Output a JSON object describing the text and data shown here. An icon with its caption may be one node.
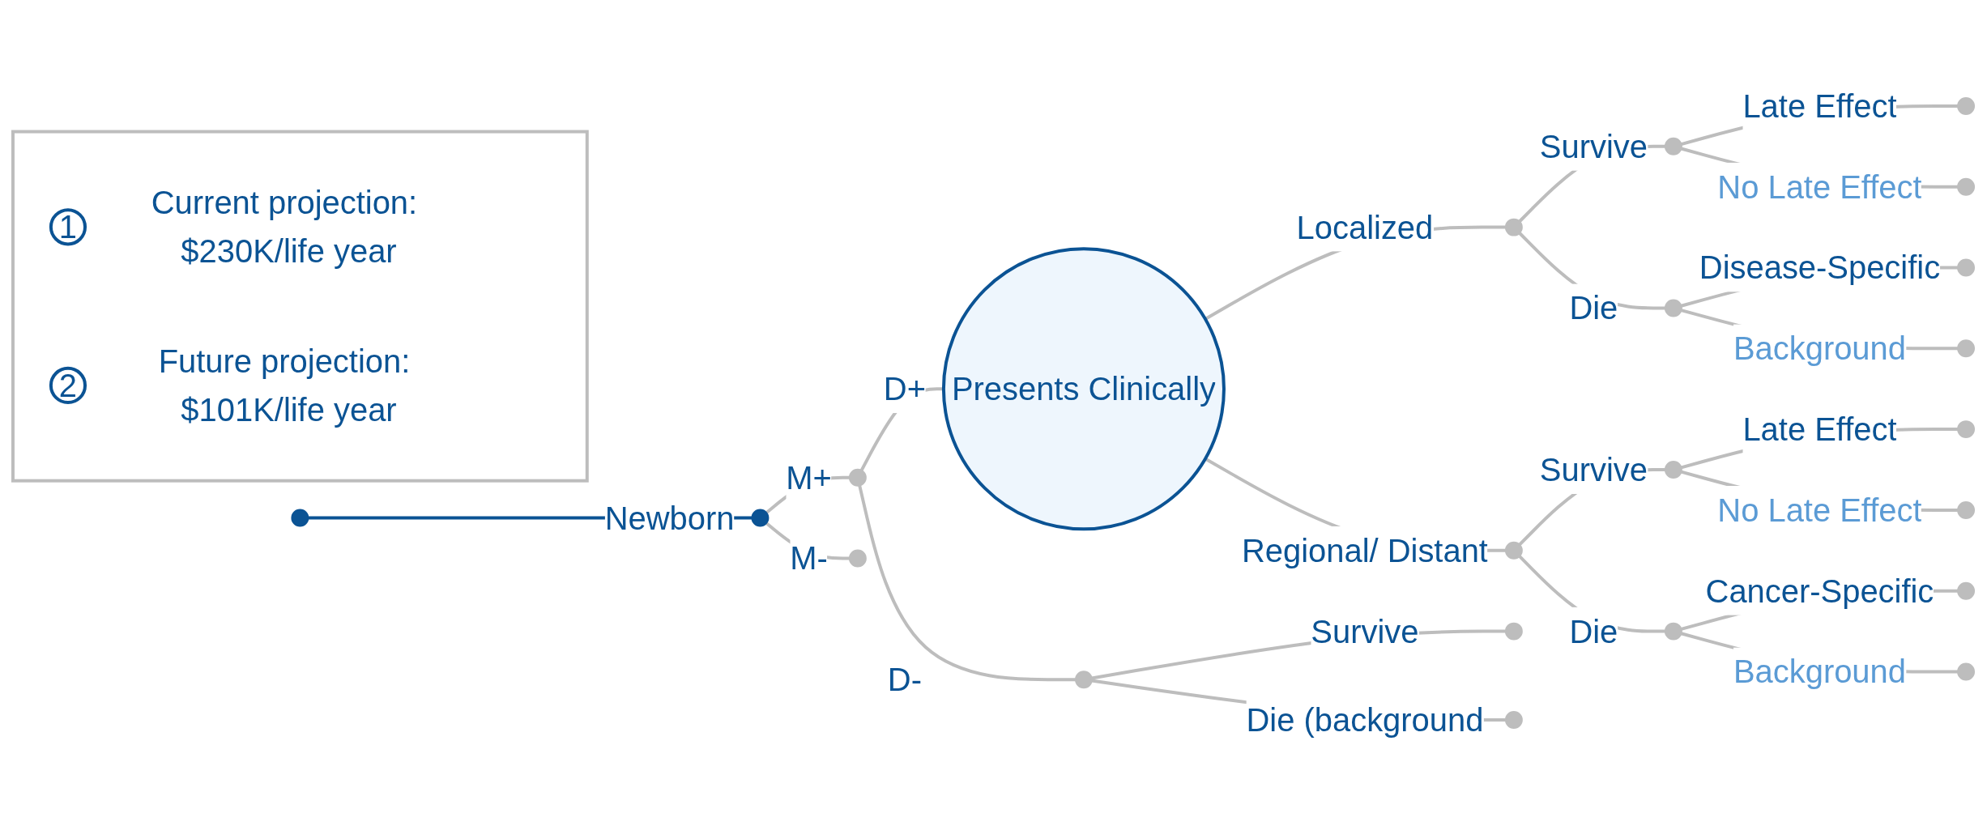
{
  "diagram": {
    "nodes": [
      {
        "text": [],
        "shape": "circle"
      },
      {
        "text": [],
        "shape": "circle"
      },
      {
        "text": [],
        "shape": "circle"
      },
      {
        "text": [],
        "shape": "circle"
      },
      {
        "text": [
          "Presents Clinically"
        ]
      },
      {
        "text": [],
        "shape": "circle"
      },
      {
        "text": [],
        "shape": "circle"
      },
      {
        "text": [],
        "shape": "circle"
      },
      {
        "text": [],
        "shape": "circle"
      },
      {
        "text": [],
        "shape": "circle"
      },
      {
        "text": [],
        "shape": "circle"
      },
      {
        "text": [],
        "shape": "circle"
      },
      {
        "text": [],
        "shape": "circle"
      },
      {
        "text": [],
        "shape": "circle"
      },
      {
        "text": [],
        "shape": "circle"
      },
      {
        "text": [],
        "shape": "circle"
      },
      {
        "text": [],
        "shape": "circle"
      },
      {
        "text": [],
        "shape": "circle"
      },
      {
        "text": [],
        "shape": "circle"
      },
      {
        "text": [],
        "shape": "circle"
      },
      {
        "text": [],
        "shape": "circle"
      },
      {
        "text": [],
        "shape": "circle"
      },
      {
        "text": [],
        "shape": "box"
      },
      {
        "text": [
          "1"
        ],
        "in": 22,
        "beside": [
          "Current projection: $230K/life year"
        ]
      },
      {
        "text": [
          "2"
        ],
        "in": 22,
        "beside": [
          "Future projection: $101K/life year"
        ]
      }
    ],
    "edges": [
      {
        "from": 0,
        "to": 1,
        "arrow": "none",
        "label": "Newborn",
        "color": "#0b5394"
      },
      {
        "from": 1,
        "to": 2,
        "arrow": "none",
        "label": "M+"
      },
      {
        "from": 1,
        "to": 3,
        "arrow": "none",
        "label": "M-"
      },
      {
        "from": 2,
        "to": 4,
        "arrow": "none",
        "label": "D+"
      },
      {
        "from": 2,
        "to": 19,
        "arrow": "none",
        "label": "D-"
      },
      {
        "from": 4,
        "to": 5,
        "arrow": "none",
        "label": "Localized"
      },
      {
        "from": 4,
        "to": 6,
        "arrow": "none",
        "label": "Regional/ Distant"
      },
      {
        "from": 5,
        "to": 7,
        "arrow": "none",
        "label": "Survive"
      },
      {
        "from": 5,
        "to": 8,
        "arrow": "none",
        "label": "Die"
      },
      {
        "from": 7,
        "to": 9,
        "arrow": "none",
        "label": "Late Effect"
      },
      {
        "from": 7,
        "to": 10,
        "arrow": "none",
        "label": "No Late Effect"
      },
      {
        "from": 8,
        "to": 11,
        "arrow": "none",
        "label": "Disease-Specific"
      },
      {
        "from": 8,
        "to": 12,
        "arrow": "none",
        "label": "Background"
      },
      {
        "from": 6,
        "to": 13,
        "arrow": "none",
        "label": "Survive"
      },
      {
        "from": 6,
        "to": 14,
        "arrow": "none",
        "label": "Die"
      },
      {
        "from": 13,
        "to": 15,
        "arrow": "none",
        "label": "Late Effect"
      },
      {
        "from": 13,
        "to": 16,
        "arrow": "none",
        "label": "No Late Effect"
      },
      {
        "from": 14,
        "to": 17,
        "arrow": "none",
        "label": "Cancer-Specific"
      },
      {
        "from": 14,
        "to": 18,
        "arrow": "none",
        "label": "Background"
      },
      {
        "from": 19,
        "to": 20,
        "arrow": "none",
        "label": "Survive"
      },
      {
        "from": 19,
        "to": 21,
        "arrow": "none",
        "label": "Die (background"
      }
    ]
  }
}
